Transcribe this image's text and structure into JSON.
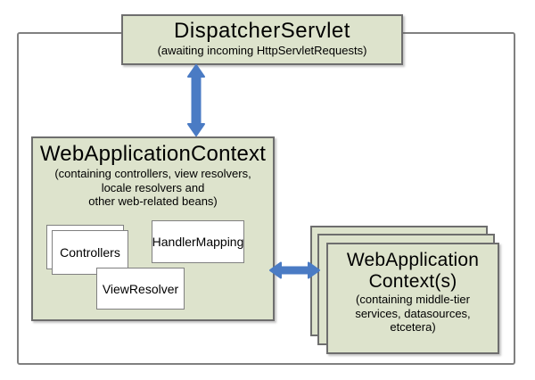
{
  "diagram": {
    "dispatcher_servlet": {
      "title": "DispatcherServlet",
      "subtitle": "(awaiting incoming HttpServletRequests)"
    },
    "web_application_context": {
      "title": "WebApplicationContext",
      "subtitle_lines": [
        "(containing controllers, view resolvers,",
        "locale resolvers and",
        "other web-related beans)"
      ],
      "beans": {
        "controllers": "Controllers",
        "handler_mapping": "HandlerMapping",
        "view_resolver": "ViewResolver"
      }
    },
    "root_contexts": {
      "title_lines": [
        "WebApplication",
        "Context(s)"
      ],
      "subtitle_lines": [
        "(containing middle-tier",
        "services, datasources,",
        "etcetera)"
      ]
    }
  },
  "colors": {
    "box_fill": "#dde3cc",
    "box_border": "#6e6e6e",
    "inner_box_fill": "#ffffff",
    "inner_box_border": "#808080",
    "outer_border": "#808080",
    "arrow": "#4a7bc4",
    "text": "#000000"
  }
}
